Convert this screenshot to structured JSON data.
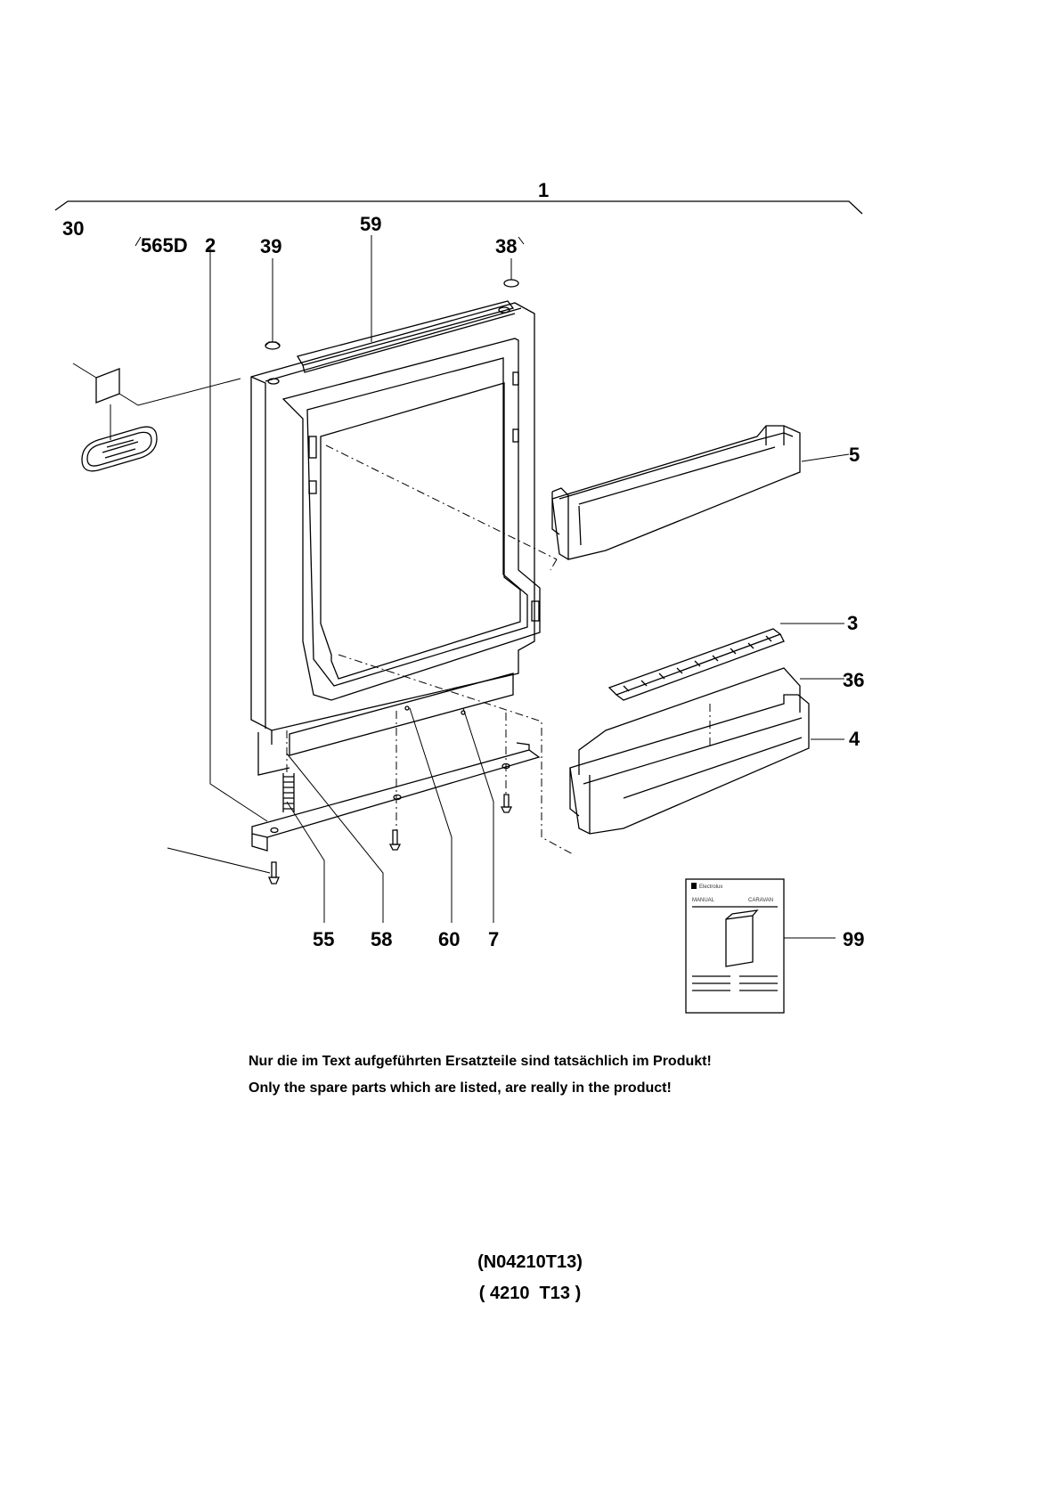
{
  "labels": {
    "p1": "1",
    "p30": "30",
    "p565d": "565D",
    "p2": "2",
    "p39": "39",
    "p59": "59",
    "p38": "38",
    "p5": "5",
    "p3": "3",
    "p36": "36",
    "p4": "4",
    "p55": "55",
    "p58": "58",
    "p60": "60",
    "p7": "7",
    "p99": "99"
  },
  "manual": {
    "brand": "Electrolux",
    "title": "MANUAL",
    "model": "CARAVAN"
  },
  "notes": {
    "german": "Nur die im Text aufgeführten Ersatzteile sind tatsächlich im Produkt!",
    "english": "Only the spare parts which are listed, are really in the product!"
  },
  "codes": {
    "line1": "(N04210T13)",
    "line2": "( 4210  T13 )"
  }
}
